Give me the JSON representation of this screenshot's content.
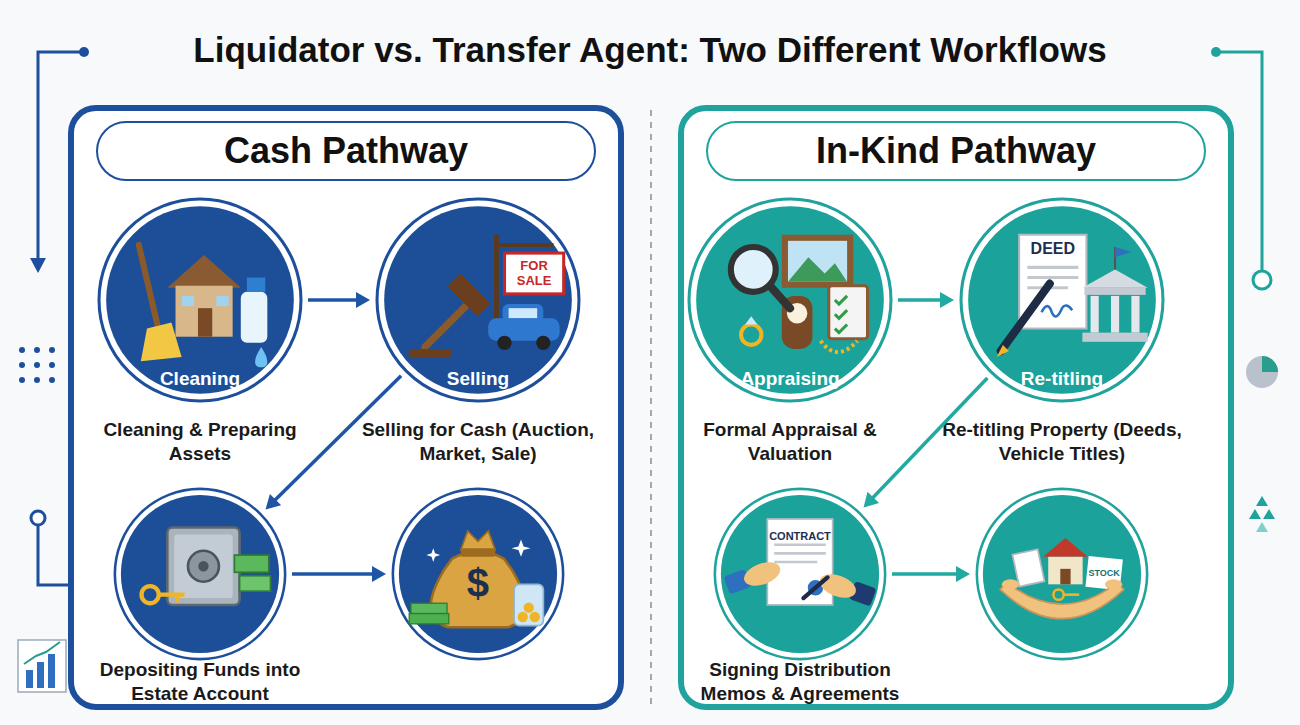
{
  "diagram": {
    "title": "Liquidator vs. Transfer Agent: Two Different Workflows",
    "nodes": [
      {
        "text": [
          "Cash Pathway"
        ]
      },
      {
        "text": [
          "Cleaning",
          "Cleaning & Preparing Assets"
        ],
        "in": 0
      },
      {
        "text": [
          "FOR SALE",
          "Selling",
          "Selling for Cash (Auction, Market, Sale)"
        ],
        "in": 0
      },
      {
        "text": [
          "Depositing Funds into Estate Account"
        ],
        "in": 0
      },
      {
        "text": [
          "$"
        ],
        "in": 0
      },
      {
        "text": [
          "In-Kind Pathway"
        ]
      },
      {
        "text": [
          "Appraising",
          "Formal Appraisal & Valuation"
        ],
        "in": 5
      },
      {
        "text": [
          "DEED",
          "Re-titling",
          "Re-titling Property (Deeds, Vehicle Titles)"
        ],
        "in": 5
      },
      {
        "text": [
          "CONTRACT",
          "Signing Distribution Memos & Agreements"
        ],
        "in": 5
      },
      {
        "text": [
          "STOCK"
        ],
        "in": 5
      }
    ],
    "edges": [
      {
        "from": 1,
        "to": 2,
        "arrow": "to"
      },
      {
        "from": 2,
        "to": 3,
        "arrow": "to"
      },
      {
        "from": 3,
        "to": 4,
        "arrow": "to"
      },
      {
        "from": 6,
        "to": 7,
        "arrow": "to"
      },
      {
        "from": 7,
        "to": 8,
        "arrow": "to"
      },
      {
        "from": 8,
        "to": 9,
        "arrow": "to"
      }
    ]
  }
}
